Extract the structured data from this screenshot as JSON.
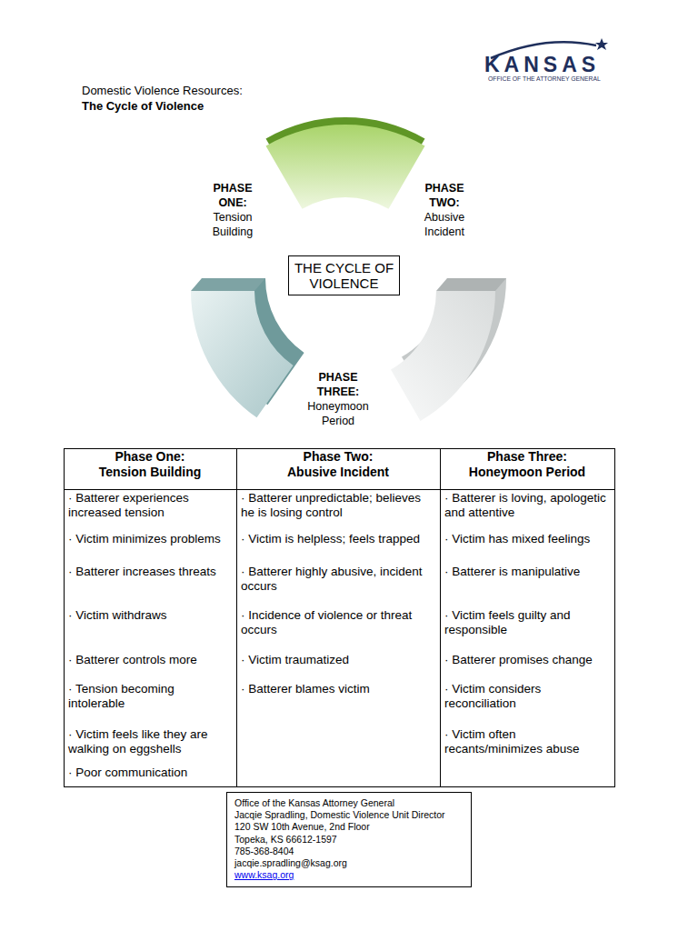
{
  "diagram": {
    "title": "The Cycle of Violence",
    "nodes": [
      {
        "text": [
          "THE CYCLE OF VIOLENCE"
        ]
      },
      {
        "text": [
          "Office of the Kansas Attorney General",
          "Jacqie Spradling, Domestic Violence Unit Director",
          "120 SW 10th Avenue, 2nd Floor",
          "Topeka, KS 66612-1597",
          "785-368-8404",
          "jacqie.spradling@ksag.org",
          "www.ksag.org"
        ]
      }
    ],
    "labels": [
      "Domestic Violence Resources:",
      "KANSAS",
      "OFFICE OF THE ATTORNEY GENERAL",
      "PHASE ONE:",
      "Tension Building",
      "PHASE TWO:",
      "Abusive Incident",
      "PHASE THREE:",
      "Honeymoon Period",
      "Phase One:",
      "Tension Building",
      "Phase Two:",
      "Abusive Incident",
      "Phase Three:",
      "Honeymoon Period",
      "· Batterer experiences increased tension",
      "· Batterer unpredictable; believes he is losing control",
      "· Batterer is loving, apologetic and attentive",
      "· Victim minimizes problems",
      "· Victim is helpless; feels trapped",
      "· Victim has mixed feelings",
      "· Batterer increases threats",
      "· Batterer highly abusive, incident occurs",
      "· Batterer is manipulative",
      "· Victim withdraws",
      "· Incidence of violence or threat occurs",
      "· Victim feels guilty and responsible",
      "· Batterer controls more",
      "· Victim traumatized",
      "· Batterer promises change",
      "· Tension becoming intolerable",
      "· Batterer blames victim",
      "· Victim considers reconciliation",
      "· Victim feels like they are walking on eggshells",
      "· Victim often recants/minimizes abuse",
      "· Poor communication"
    ]
  }
}
